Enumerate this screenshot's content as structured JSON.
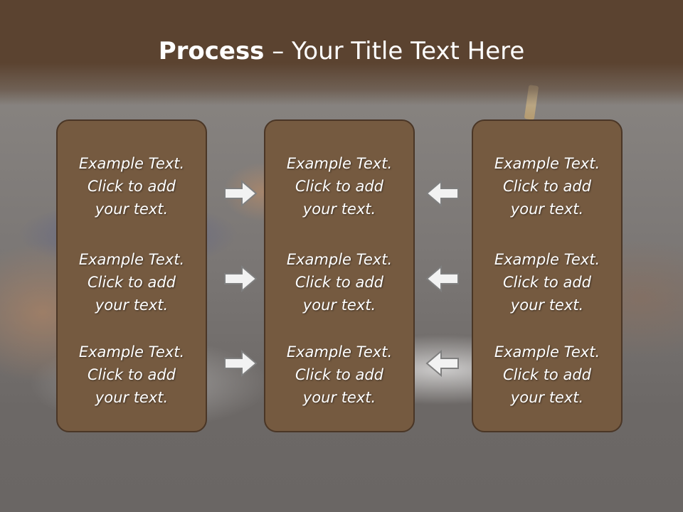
{
  "title": {
    "bold": "Process",
    "rest": " – Your Title Text Here"
  },
  "columns": [
    {
      "items": [
        {
          "line1": "Example Text.",
          "line2": "Click  to add",
          "line3": "your text."
        },
        {
          "line1": "Example Text.",
          "line2": "Click  to add",
          "line3": "your text."
        },
        {
          "line1": "Example Text.",
          "line2": "Click  to add",
          "line3": "your text."
        }
      ]
    },
    {
      "items": [
        {
          "line1": "Example Text.",
          "line2": "Click  to add",
          "line3": "your text."
        },
        {
          "line1": "Example Text.",
          "line2": "Click  to add",
          "line3": "your text."
        },
        {
          "line1": "Example Text.",
          "line2": "Click  to add",
          "line3": "your text."
        }
      ]
    },
    {
      "items": [
        {
          "line1": "Example Text.",
          "line2": "Click  to add",
          "line3": "your text."
        },
        {
          "line1": "Example Text.",
          "line2": "Click  to add",
          "line3": "your text."
        },
        {
          "line1": "Example Text.",
          "line2": "Click  to add",
          "line3": "your text."
        }
      ]
    }
  ],
  "arrows": [
    {
      "direction": "right",
      "icon": "arrow-right-icon"
    },
    {
      "direction": "left",
      "icon": "arrow-left-icon"
    }
  ],
  "colors": {
    "header": "#5b4330",
    "box_fill": "#755a40",
    "box_border": "#4a3626",
    "arrow_fill": "#f2f2f2",
    "arrow_stroke": "#7f7f7f"
  }
}
